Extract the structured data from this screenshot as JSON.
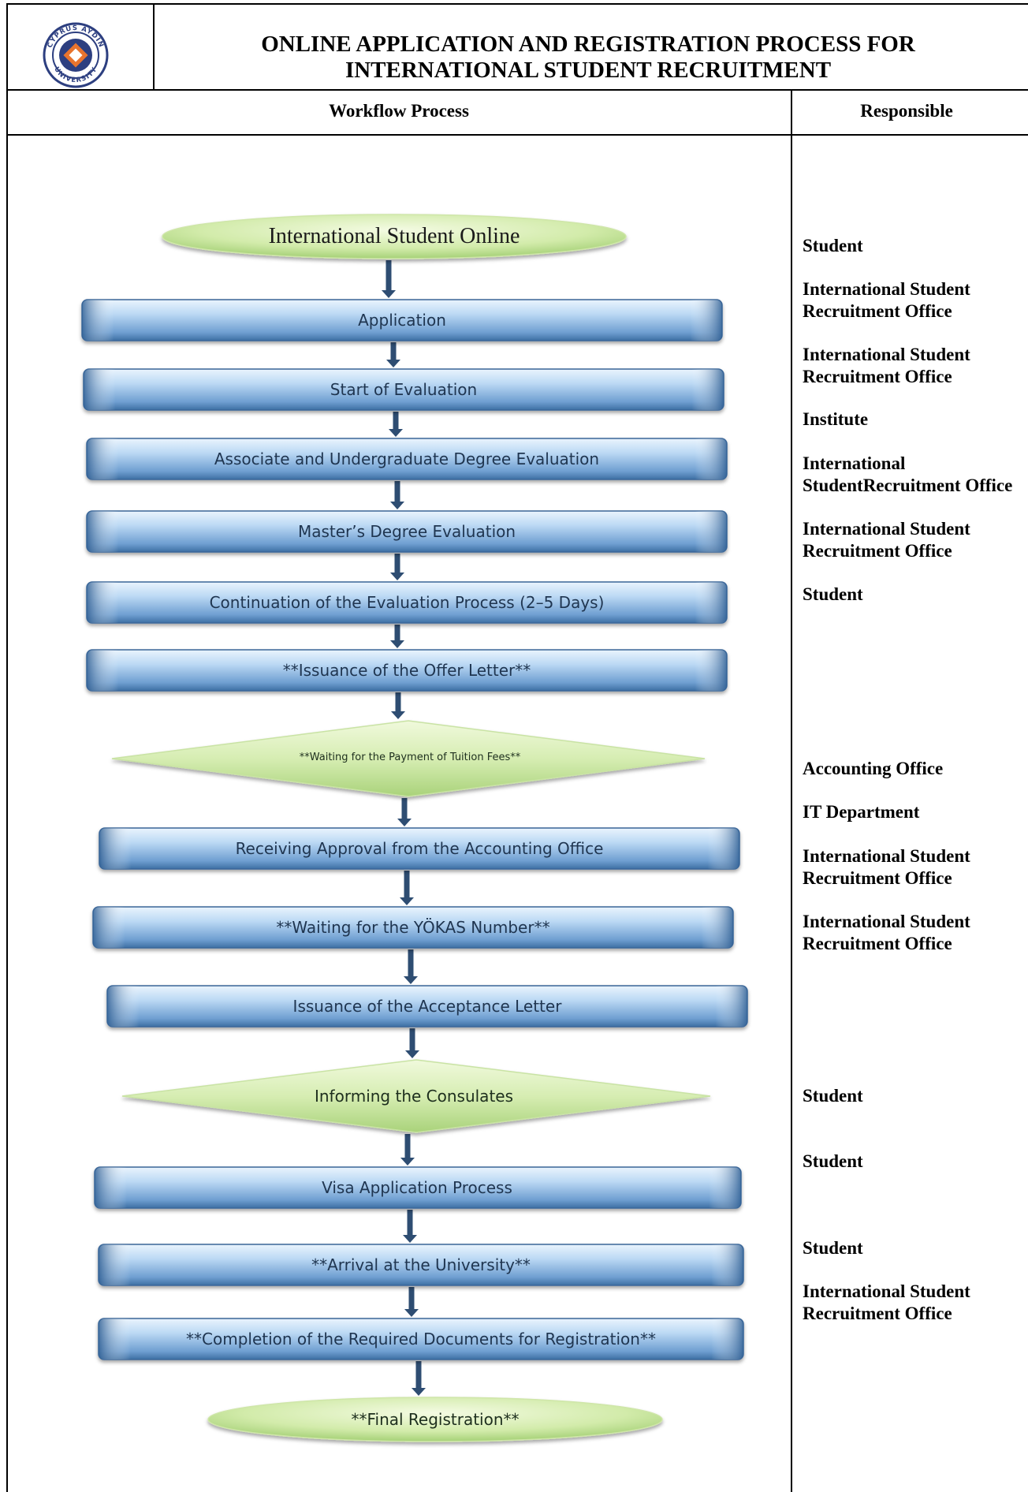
{
  "header": {
    "title_line1": "ONLINE APPLICATION AND REGISTRATION PROCESS FOR",
    "title_line2": "INTERNATIONAL STUDENT RECRUITMENT",
    "logo_text_top": "CYPRUS AYDIN",
    "logo_text_bottom": "UNIVERSITY"
  },
  "columns": {
    "workflow": "Workflow Process",
    "responsible": "Responsible"
  },
  "flow_steps": [
    {
      "shape": "oval",
      "label": "International Student Online"
    },
    {
      "shape": "box",
      "label": "Application"
    },
    {
      "shape": "box",
      "label": "Start of Evaluation"
    },
    {
      "shape": "box",
      "label": "Associate and Undergraduate Degree Evaluation"
    },
    {
      "shape": "box",
      "label": "Master’s Degree Evaluation"
    },
    {
      "shape": "box",
      "label": "Continuation of the Evaluation Process (2–5 Days)"
    },
    {
      "shape": "box",
      "label": "**Issuance of the Offer Letter**"
    },
    {
      "shape": "diamond",
      "label": "**Waiting for the Payment of Tuition Fees**"
    },
    {
      "shape": "box",
      "label": "Receiving Approval from the Accounting Office"
    },
    {
      "shape": "box",
      "label": "**Waiting for the YÖKAS Number**"
    },
    {
      "shape": "box",
      "label": "Issuance of the Acceptance Letter"
    },
    {
      "shape": "diamond",
      "label": "Informing the Consulates"
    },
    {
      "shape": "box",
      "label": "Visa Application Process"
    },
    {
      "shape": "box",
      "label": "**Arrival at the University**"
    },
    {
      "shape": "box",
      "label": "**Completion of the Required Documents for Registration**"
    },
    {
      "shape": "oval",
      "label": "**Final Registration**"
    }
  ],
  "responsible": [
    {
      "line1": "Student",
      "line2": ""
    },
    {
      "line1": "International Student",
      "line2": "Recruitment Office"
    },
    {
      "line1": "International Student",
      "line2": "Recruitment Office"
    },
    {
      "line1": "Institute",
      "line2": ""
    },
    {
      "line1": "International",
      "line2": "StudentRecruitment Office"
    },
    {
      "line1": "International Student",
      "line2": "Recruitment Office"
    },
    {
      "line1": "Student",
      "line2": ""
    },
    {
      "line1": "Accounting Office",
      "line2": ""
    },
    {
      "line1": "IT Department",
      "line2": ""
    },
    {
      "line1": "International Student",
      "line2": "Recruitment Office"
    },
    {
      "line1": "International Student",
      "line2": "Recruitment Office"
    },
    {
      "line1": "Student",
      "line2": ""
    },
    {
      "line1": "Student",
      "line2": ""
    },
    {
      "line1": "Student",
      "line2": ""
    },
    {
      "line1": "International Student",
      "line2": "Recruitment Office"
    }
  ],
  "colors": {
    "box_light": "#cfe4f7",
    "box_mid": "#8fbbe6",
    "box_dark": "#3d6fa3",
    "oval_light": "#e9f6c9",
    "oval_dark": "#a8d07c",
    "arrow": "#2e4d72",
    "text": "#1f3550"
  }
}
